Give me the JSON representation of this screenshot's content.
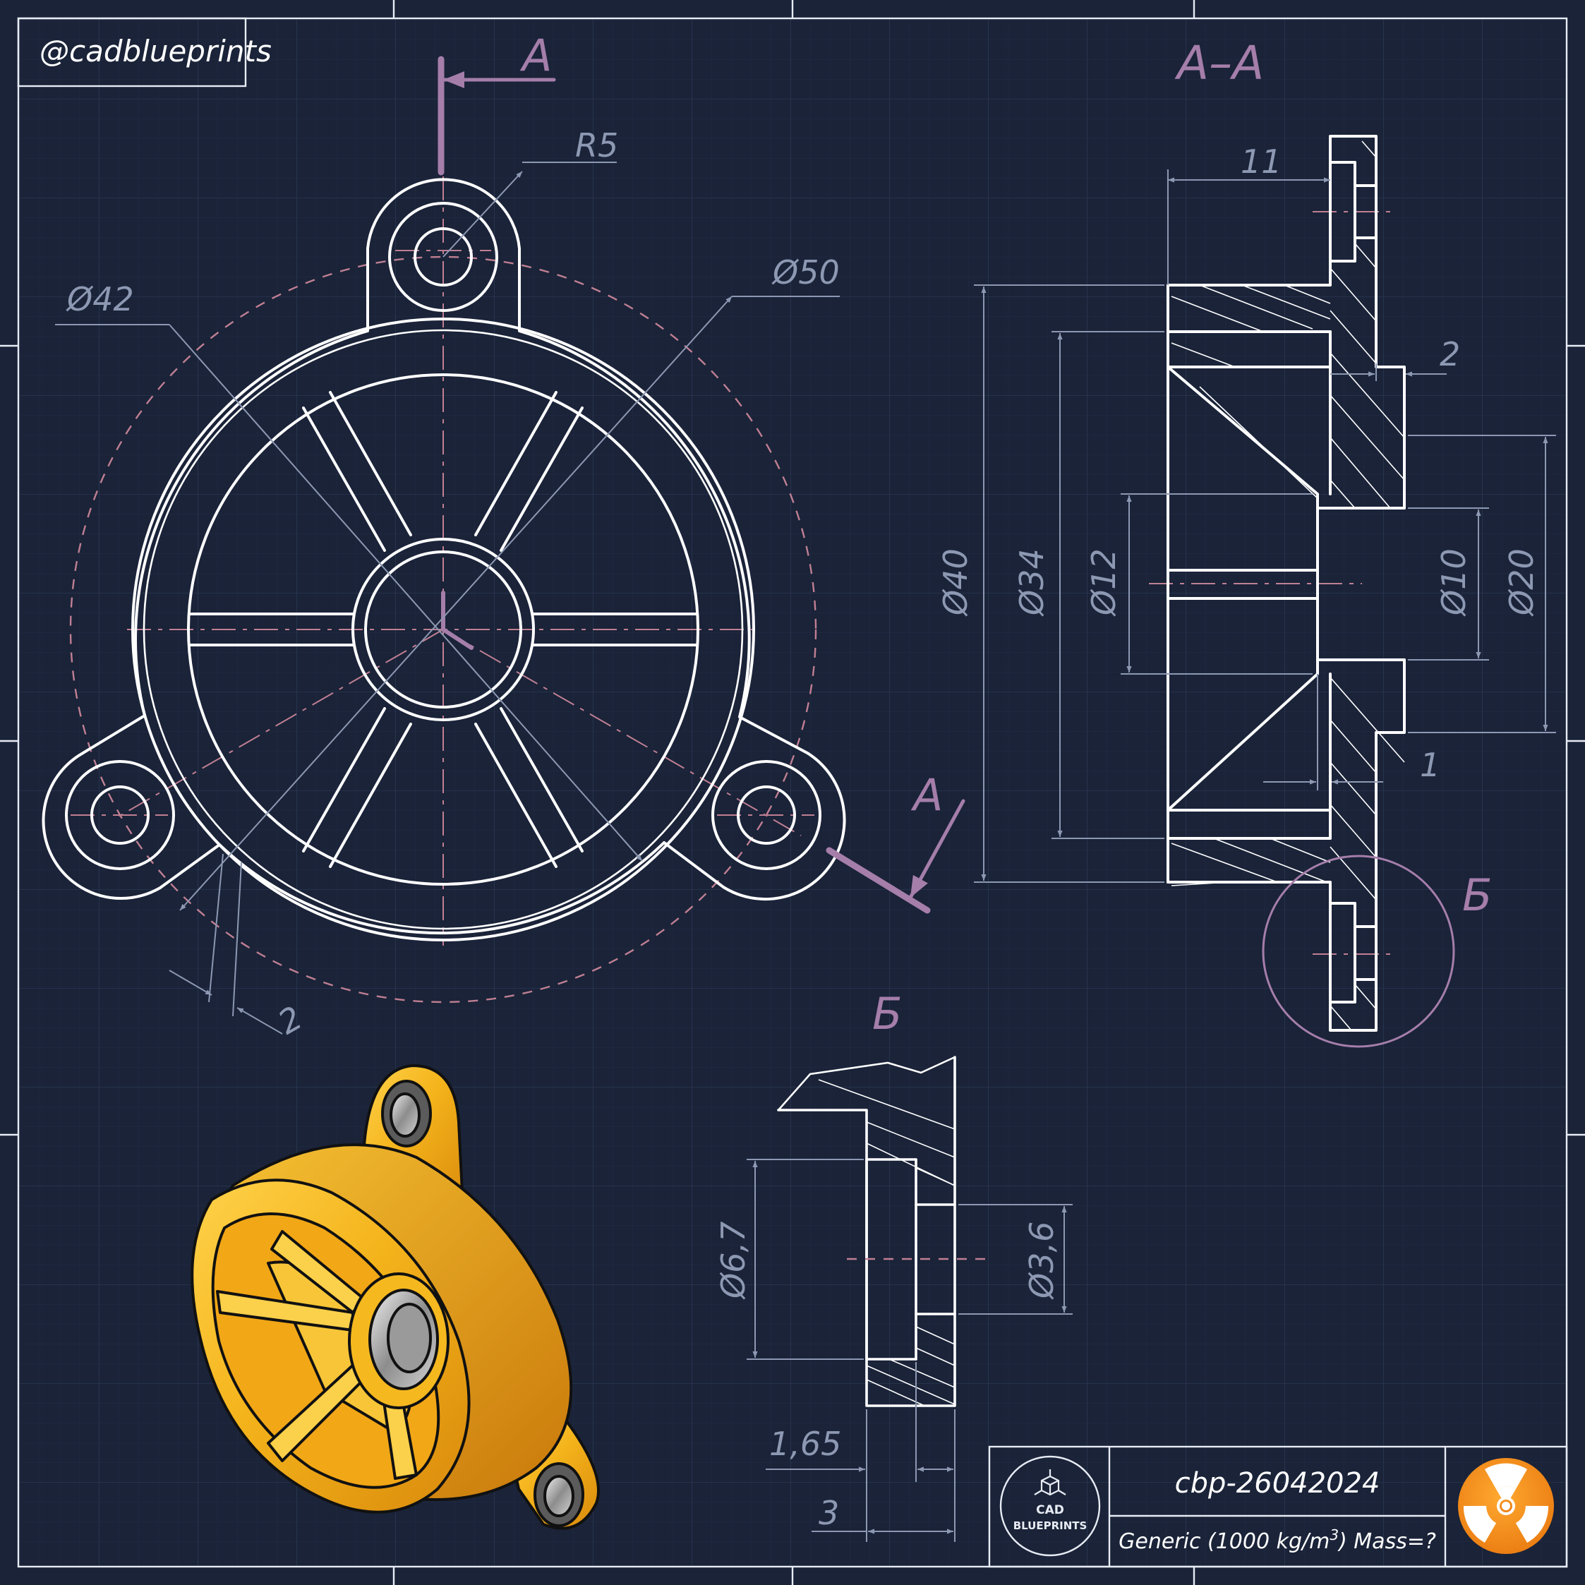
{
  "watermark": "@cadblueprints",
  "section_label": "A–A",
  "cut_label_top": "A",
  "cut_label_bottom": "A",
  "detail_label": "Б",
  "detail_view_label": "Б",
  "dimensions": {
    "r5": "R5",
    "d50": "Ø50",
    "d42": "Ø42",
    "two_front": "2",
    "eleven": "11",
    "two_side": "2",
    "one": "1",
    "d40": "Ø40",
    "d34": "Ø34",
    "d12": "Ø12",
    "d10": "Ø10",
    "d20": "Ø20",
    "d6_7": "Ø6,7",
    "d3_6": "Ø3,6",
    "w1_65": "1,65",
    "w3": "3"
  },
  "title_block": {
    "logo_line1": "CAD",
    "logo_line2": "BLUEPRINTS",
    "drawing_number": "cbp-26042024",
    "material_prefix": "Generic (1000 kg/m",
    "material_sup": "3",
    "material_suffix": ") Mass=?"
  },
  "colors": {
    "background": "#1a2338",
    "grid": "#26324b",
    "line": "#ffffff",
    "dimension": "#8d98b2",
    "centerline": "#c07f93",
    "section_marker": "#a57eaa",
    "part_gold": "#f5b81f",
    "hazard_orange": "#f7941d"
  },
  "icons": [
    "cube-logo-icon",
    "radiation-icon"
  ]
}
